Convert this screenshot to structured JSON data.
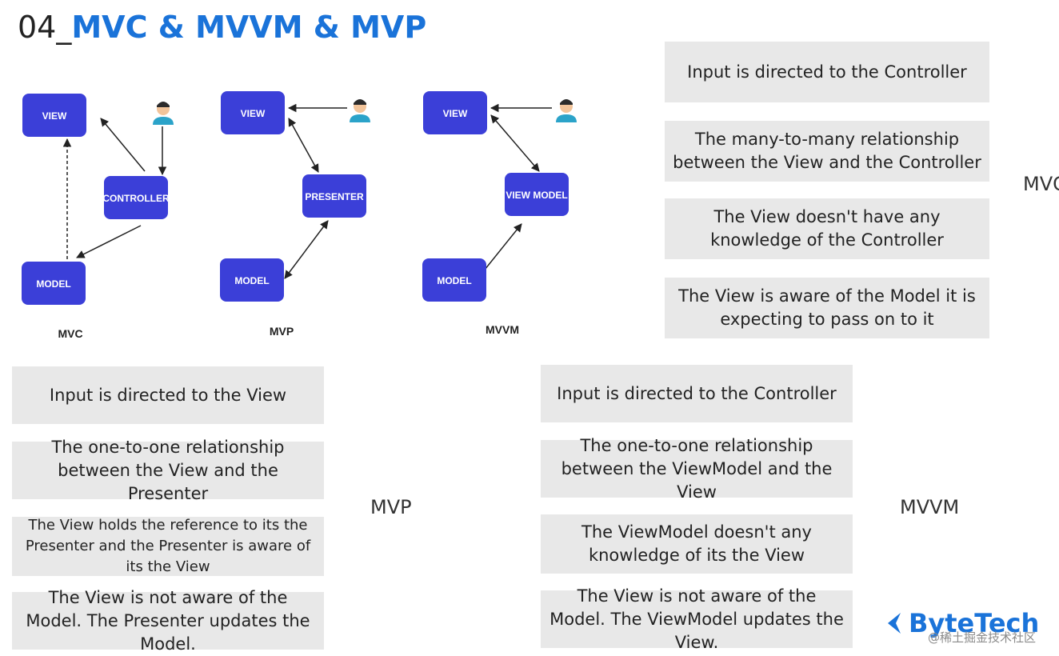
{
  "title": {
    "number": "04_",
    "text": "MVC & MVVM & MVP"
  },
  "diagrams": {
    "mvc": {
      "caption": "MVC",
      "view": "VIEW",
      "controller": "CONTROLLER",
      "model": "MODEL"
    },
    "mvp": {
      "caption": "MVP",
      "view": "VIEW",
      "presenter": "PRESENTER",
      "model": "MODEL"
    },
    "mvvm": {
      "caption": "MVVM",
      "view": "VIEW",
      "viewmodel": "VIEW MODEL",
      "model": "MODEL"
    }
  },
  "mvc_panel": {
    "label": "MVC",
    "points": [
      "Input is directed to the Controller",
      "The many-to-many relationship between the View and the Controller",
      "The View doesn't have any knowledge of the Controller",
      "The View is aware of the Model it is expecting to pass on to it"
    ]
  },
  "mvp_panel": {
    "label": "MVP",
    "points": [
      "Input is directed to the View",
      "The one-to-one relationship between the View and the Presenter",
      "The View holds the reference to its the Presenter and the Presenter is aware of its the View",
      "The View is not aware of the Model. The Presenter updates the Model."
    ]
  },
  "mvvm_panel": {
    "label": "MVVM",
    "points": [
      "Input is directed to the Controller",
      "The one-to-one relationship between the ViewModel and the View",
      "The ViewModel doesn't any knowledge of its the View",
      "The View is not aware of the Model. The ViewModel updates the View."
    ]
  },
  "logo": {
    "text": "ByteTech",
    "watermark": "@稀土掘金技术社区"
  },
  "colors": {
    "node": "#3b3fd8",
    "accent": "#1a73d9",
    "box": "#e8e8e8"
  }
}
